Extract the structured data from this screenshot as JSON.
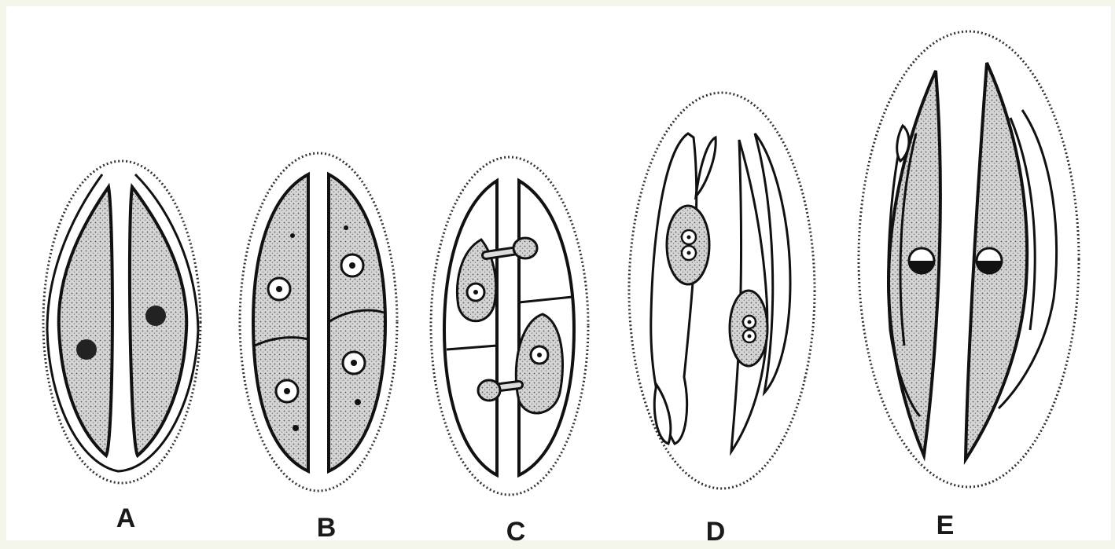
{
  "figure": {
    "stages": [
      {
        "label": "A"
      },
      {
        "label": "B"
      },
      {
        "label": "C"
      },
      {
        "label": "D"
      },
      {
        "label": "E"
      }
    ]
  },
  "colors": {
    "background": "#f4f6ec",
    "panel": "#ffffff",
    "ink": "#1a1a1a",
    "stipple_fill": "#cfcfcf",
    "nucleus": "#333333"
  }
}
